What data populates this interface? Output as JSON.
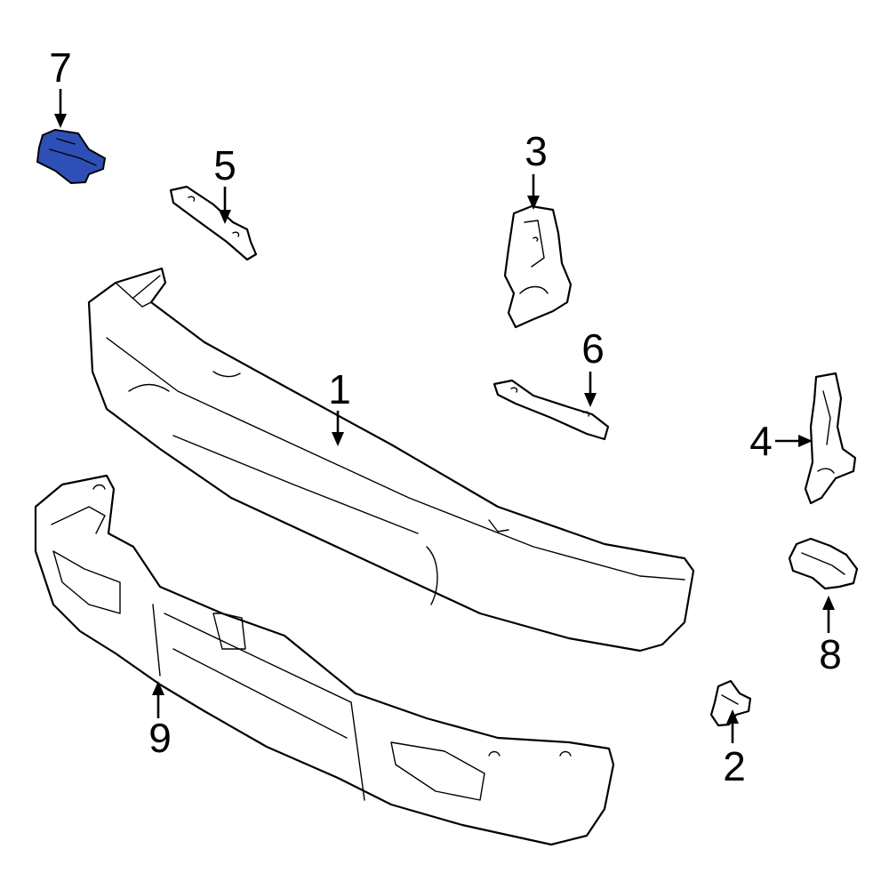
{
  "highlight_color": "#2e4fb5",
  "callouts": {
    "part_1": "1",
    "part_2": "2",
    "part_3": "3",
    "part_4": "4",
    "part_5": "5",
    "part_6": "6",
    "part_7": "7",
    "part_8": "8",
    "part_9": "9"
  }
}
